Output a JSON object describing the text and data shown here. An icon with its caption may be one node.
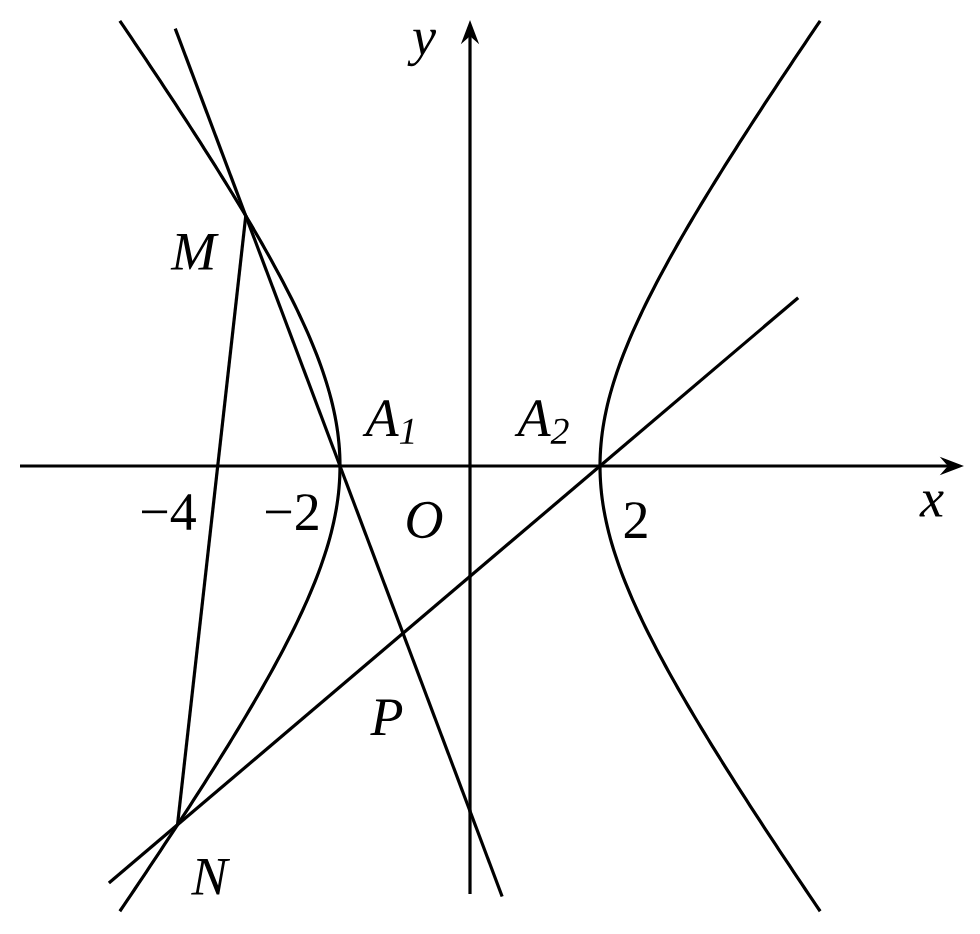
{
  "diagram": {
    "nodes": [
      {
        "text": [
          "M"
        ]
      },
      {
        "text": [
          "A$_{1}$"
        ]
      },
      {
        "text": [
          "A$_{2}$"
        ]
      },
      {
        "text": [
          "N"
        ]
      },
      {
        "text": [
          "P"
        ]
      }
    ],
    "edges": [
      {
        "from": 0,
        "to": 1,
        "arrow": "none"
      },
      {
        "from": 0,
        "to": 3,
        "arrow": "none"
      },
      {
        "from": 3,
        "to": 2,
        "arrow": "none"
      }
    ],
    "labels": [
      "y",
      "x",
      "−4",
      "−2",
      "O",
      "2"
    ]
  }
}
